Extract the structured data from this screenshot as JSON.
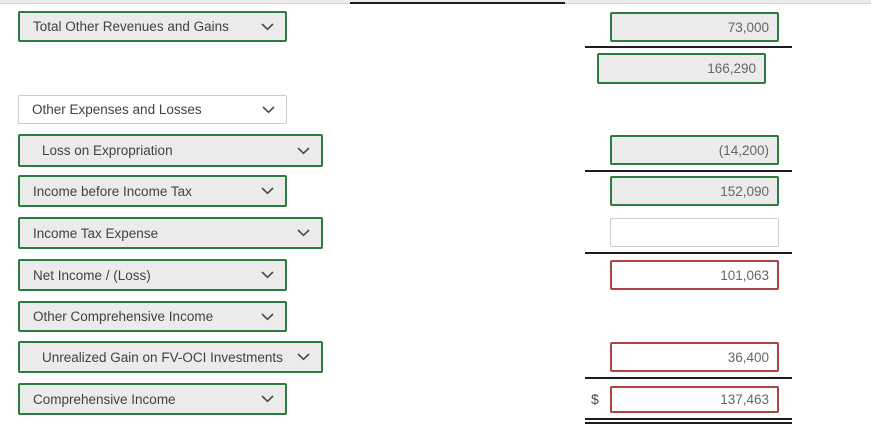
{
  "colors": {
    "green": "#2a7d3f",
    "red": "#b04341",
    "field_bg": "#ebebeb",
    "neutral_border": "#cccccc",
    "rule": "#1c1c1c"
  },
  "rows": {
    "total_other_revenues_gains": {
      "label": "Total Other Revenues and Gains",
      "value": "73,000"
    },
    "subtotal": {
      "value": "166,290"
    },
    "other_expenses_losses": {
      "label": "Other Expenses and Losses"
    },
    "loss_on_expropriation": {
      "label": "Loss on Expropriation",
      "value": "(14,200)"
    },
    "income_before_income_tax": {
      "label": "Income before Income Tax",
      "value": "152,090"
    },
    "income_tax_expense": {
      "label": "Income Tax Expense",
      "value": ""
    },
    "net_income_loss": {
      "label": "Net Income / (Loss)",
      "value": "101,063"
    },
    "other_comprehensive_income": {
      "label": "Other Comprehensive Income"
    },
    "unrealized_gain_fv_oci": {
      "label": "Unrealized Gain on FV-OCI Investments",
      "value": "36,400"
    },
    "comprehensive_income": {
      "label": "Comprehensive Income",
      "currency": "$",
      "value": "137,463"
    }
  }
}
